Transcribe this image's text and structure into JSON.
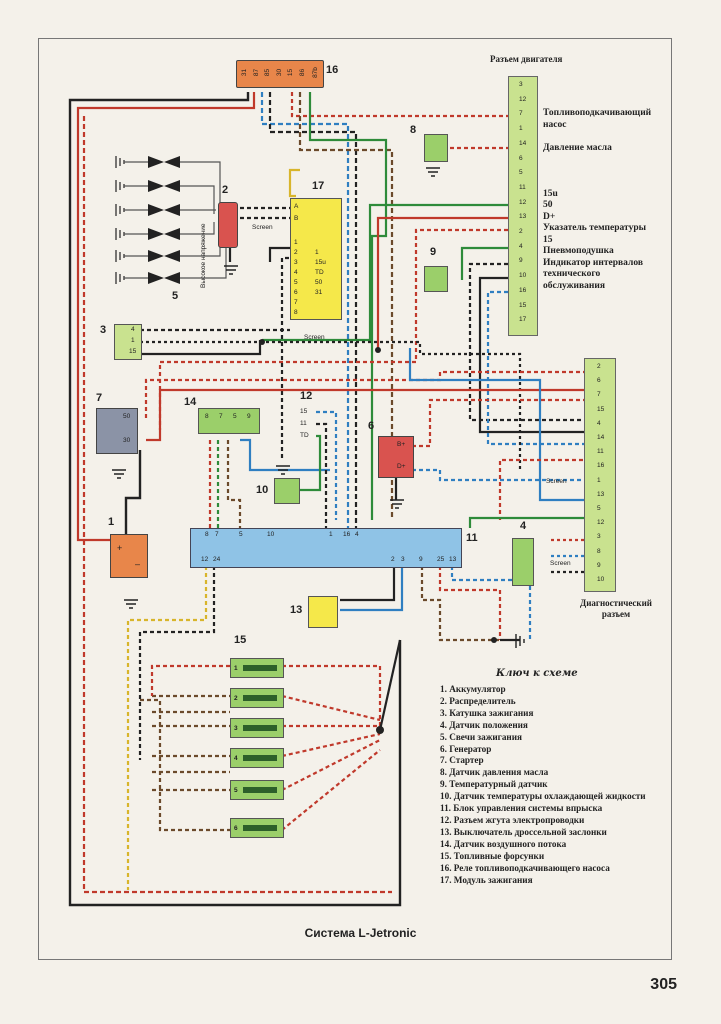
{
  "caption": "Система L-Jetronic",
  "page_number": "305",
  "engine_connector": {
    "title": "Разъем двигателя",
    "pins": [
      "3",
      "12",
      "7",
      "1",
      "14",
      "6",
      "5",
      "11",
      "12",
      "13",
      "2",
      "4",
      "9",
      "10",
      "16",
      "15",
      "17"
    ],
    "labels": [
      "Топливоподкачивающий насос",
      "",
      "Давление масла",
      "",
      "",
      "",
      "15u",
      "50",
      "D+",
      "Указатель температуры",
      "15",
      "Пневмоподушка",
      "Индикатор интервалов технического обслуживания"
    ]
  },
  "diag_connector": {
    "title": "Диагностический разъем",
    "pins": [
      "2",
      "6",
      "7",
      "15",
      "4",
      "14",
      "11",
      "16",
      "1",
      "13",
      "5",
      "12",
      "3",
      "8",
      "9",
      "10"
    ],
    "screen": "Screen"
  },
  "components": {
    "c1": "1",
    "c2": "2",
    "c3": "3",
    "c4": "4",
    "c5": "5",
    "c6": "6",
    "c7": "7",
    "c8": "8",
    "c9": "9",
    "c10": "10",
    "c11": "11",
    "c12": "12",
    "c13": "13",
    "c14": "14",
    "c15": "15",
    "c16": "16",
    "c17": "17"
  },
  "relay16_pins": [
    "31",
    "87",
    "85",
    "30",
    "15",
    "86",
    "87b"
  ],
  "module17_pins": [
    "A",
    "B",
    "1",
    "2",
    "3",
    "4",
    "5",
    "6",
    "7",
    "8"
  ],
  "module17_pins_right": [
    "1",
    "15u",
    "TD",
    "50",
    "31"
  ],
  "ecu11_top_pins": [
    "8",
    "7",
    "5",
    "10",
    "1",
    "16",
    "4"
  ],
  "ecu11_bottom_pins": [
    "12",
    "24",
    "2",
    "3",
    "9",
    "25",
    "13"
  ],
  "sensor14_pins": [
    "8",
    "7",
    "5",
    "9"
  ],
  "switch12_pins": [
    "15",
    "11",
    "TD"
  ],
  "coil3_pins": [
    "4",
    "1",
    "15"
  ],
  "starter7_pins": [
    "50",
    "30"
  ],
  "gen6_pins": [
    "B+",
    "D+"
  ],
  "injectors": [
    "1",
    "2",
    "3",
    "4",
    "5",
    "6"
  ],
  "screen_label": "Screen",
  "high_voltage_label": "Высокое напряжение",
  "key_title": "Ключ к схеме",
  "key": [
    "1.  Аккумулятор",
    "2.  Распределитель",
    "3.  Катушка зажигания",
    "4.  Датчик положения",
    "5.  Свечи зажигания",
    "6.  Генератор",
    "7.  Стартер",
    "8.  Датчик давления масла",
    "9.  Температурный датчик",
    "10. Датчик температуры охлаждающей жидкости",
    "11. Блок управления системы впрыска",
    "12. Разъем жгута электропроводки",
    "13. Выключатель дроссельной заслонки",
    "14. Датчик воздушного потока",
    "15. Топливные форсунки",
    "16. Реле топливоподкачивающего насоса",
    "17. Модуль зажигания"
  ],
  "colors": {
    "connector_fill": "#c9e28f",
    "ecu_fill": "#8fc3e6",
    "module_fill": "#f5e84a",
    "relay_fill": "#e8864a",
    "starter_fill": "#8b93a6",
    "generator_fill": "#d9534f",
    "injector_fill": "#3f8a3a",
    "wire_red": "#c0392b",
    "wire_blue": "#2f7fc1",
    "wire_green": "#2e8b3a",
    "wire_black": "#222222",
    "wire_yellow": "#d8b52b",
    "wire_brown": "#6b4a2b"
  }
}
